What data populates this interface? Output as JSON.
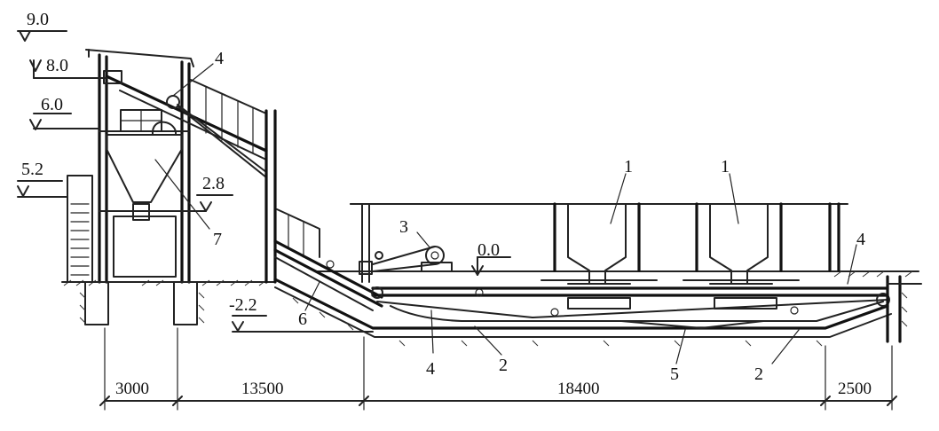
{
  "elevations": {
    "e9_0": "9.0",
    "e8_0": "8.0",
    "e6_0": "6.0",
    "e5_2": "5.2",
    "e2_8": "2.8",
    "e0_0": "0.0",
    "em2_2": "-2.2"
  },
  "callouts": {
    "c1a": "1",
    "c1b": "1",
    "c2a": "2",
    "c2b": "2",
    "c3": "3",
    "c4a": "4",
    "c4b": "4",
    "c4c": "4",
    "c5": "5",
    "c6": "6",
    "c7": "7"
  },
  "dimensions": {
    "d1": "3000",
    "d2": "13500",
    "d3": "18400",
    "d4": "2500"
  }
}
